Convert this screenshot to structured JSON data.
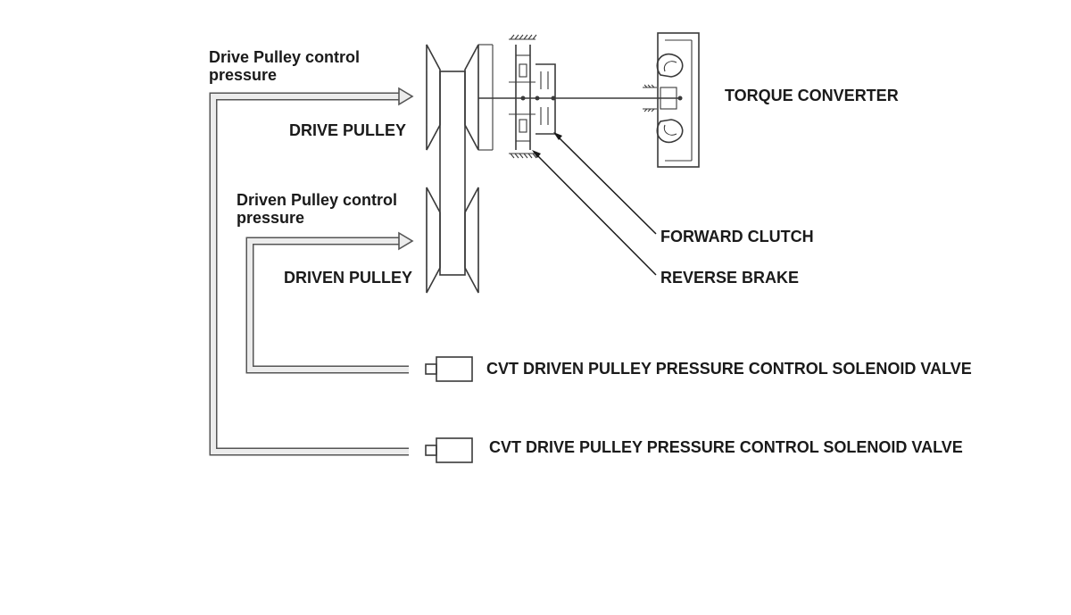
{
  "labels": {
    "drive_pulley_control_pressure_line1": "Drive Pulley control",
    "drive_pulley_control_pressure_line2": "pressure",
    "drive_pulley": "DRIVE PULLEY",
    "driven_pulley_control_pressure_line1": "Driven Pulley control",
    "driven_pulley_control_pressure_line2": "pressure",
    "driven_pulley": "DRIVEN PULLEY",
    "torque_converter": "TORQUE CONVERTER",
    "forward_clutch": "FORWARD CLUTCH",
    "reverse_brake": "REVERSE BRAKE",
    "driven_solenoid": "CVT DRIVEN PULLEY PRESSURE CONTROL SOLENOID VALVE",
    "drive_solenoid": "CVT DRIVE PULLEY PRESSURE CONTROL SOLENOID VALVE"
  },
  "colors": {
    "pipe_outline": "#555555",
    "pipe_fill": "#ececec",
    "line": "#3a3a3a",
    "text": "#1a1a1a"
  }
}
